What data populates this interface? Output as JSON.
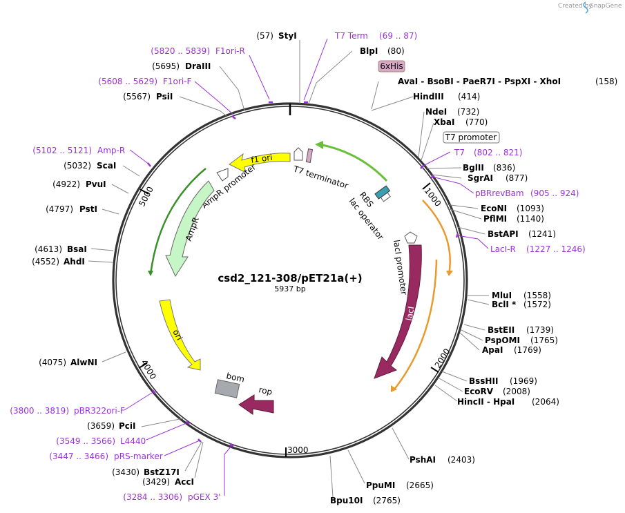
{
  "credit": {
    "prefix": "Created by",
    "brand": "SnapGene"
  },
  "plasmid": {
    "name": "csd2_121-308/pET21a(+)",
    "length": "5937 bp"
  },
  "ticks": [
    "1000",
    "2000",
    "3000",
    "4000",
    "5000"
  ],
  "features": {
    "f1_ori": "f1 ori",
    "t7_terminator": "T7 terminator",
    "ampr_promoter": "AmpR promoter",
    "ampr": "AmpR",
    "rbs": "RBS",
    "lac_operator": "lac operator",
    "laci_promoter": "lacI promoter",
    "laci": "lacI",
    "ori": "ori",
    "bom": "bom",
    "rop": "rop"
  },
  "boxed_labels": {
    "his": "6xHis",
    "t7_promoter": "T7 promoter"
  },
  "sites": {
    "styi": {
      "name": "StyI",
      "pos": "(57)"
    },
    "blpi": {
      "name": "BlpI",
      "pos": "(80)"
    },
    "avai": {
      "name": "AvaI  -  BsoBI  -  PaeR7I  -  PspXI  -  XhoI",
      "pos": "(158)"
    },
    "hindiii": {
      "name": "HindIII",
      "pos": "(414)"
    },
    "ndei": {
      "name": "NdeI",
      "pos": "(732)"
    },
    "xbai": {
      "name": "XbaI",
      "pos": "(770)"
    },
    "bglii": {
      "name": "BglII",
      "pos": "(836)"
    },
    "sgrai": {
      "name": "SgrAI",
      "pos": "(877)"
    },
    "econi": {
      "name": "EcoNI",
      "pos": "(1093)"
    },
    "pflmi": {
      "name": "PflMI",
      "pos": "(1140)"
    },
    "bstapi": {
      "name": "BstAPI",
      "pos": "(1241)"
    },
    "mlui": {
      "name": "MluI",
      "pos": "(1558)"
    },
    "bcli": {
      "name": "BclI *",
      "pos": "(1572)"
    },
    "bsteii": {
      "name": "BstEII",
      "pos": "(1739)"
    },
    "pspomi": {
      "name": "PspOMI",
      "pos": "(1765)"
    },
    "apai": {
      "name": "ApaI",
      "pos": "(1769)"
    },
    "bsshii": {
      "name": "BssHII",
      "pos": "(1969)"
    },
    "ecorv": {
      "name": "EcoRV",
      "pos": "(2008)"
    },
    "hincii": {
      "name": "HincII  -  HpaI",
      "pos": "(2064)"
    },
    "pshai": {
      "name": "PshAI",
      "pos": "(2403)"
    },
    "ppumi": {
      "name": "PpuMI",
      "pos": "(2665)"
    },
    "bpu10i": {
      "name": "Bpu10I",
      "pos": "(2765)"
    },
    "accI": {
      "name": "AccI",
      "pos": "(3429)"
    },
    "bstz17i": {
      "name": "BstZ17I",
      "pos": "(3430)"
    },
    "pcii": {
      "name": "PciI",
      "pos": "(3659)"
    },
    "alwni": {
      "name": "AlwNI",
      "pos": "(4075)"
    },
    "ahdi": {
      "name": "AhdI",
      "pos": "(4552)"
    },
    "bsai": {
      "name": "BsaI",
      "pos": "(4613)"
    },
    "psti": {
      "name": "PstI",
      "pos": "(4797)"
    },
    "pvui": {
      "name": "PvuI",
      "pos": "(4922)"
    },
    "scai": {
      "name": "ScaI",
      "pos": "(5032)"
    },
    "psii": {
      "name": "PsiI",
      "pos": "(5567)"
    },
    "draiii": {
      "name": "DraIII",
      "pos": "(5695)"
    }
  },
  "primers": {
    "t7term": {
      "name": "T7 Term",
      "range": "(69 .. 87)"
    },
    "t7": {
      "name": "T7",
      "range": "(802 .. 821)"
    },
    "pbrrevbam": {
      "name": "pBRrevBam",
      "range": "(905 .. 924)"
    },
    "lacir": {
      "name": "LacI-R",
      "range": "(1227 .. 1246)"
    },
    "f1orir": {
      "name": "F1ori-R",
      "range": "(5820 .. 5839)"
    },
    "f1orif": {
      "name": "F1ori-F",
      "range": "(5608 .. 5629)"
    },
    "ampr": {
      "name": "Amp-R",
      "range": "(5102 .. 5121)"
    },
    "pbr322": {
      "name": "pBR322ori-F",
      "range": "(3800 .. 3819)"
    },
    "l4440": {
      "name": "L4440",
      "range": "(3549 .. 3566)"
    },
    "prs": {
      "name": "pRS-marker",
      "range": "(3447 .. 3466)"
    },
    "pgex": {
      "name": "pGEX 3'",
      "range": "(3284 .. 3306)"
    }
  },
  "colors": {
    "primer": "#9b30d9",
    "f1_ori": "#ffff00",
    "ori": "#ffff00",
    "ampr": "#c6f5c6",
    "laci": "#992a61",
    "rop": "#992a61",
    "bom": "#a6a9ad",
    "his": "#d8a9c7"
  }
}
